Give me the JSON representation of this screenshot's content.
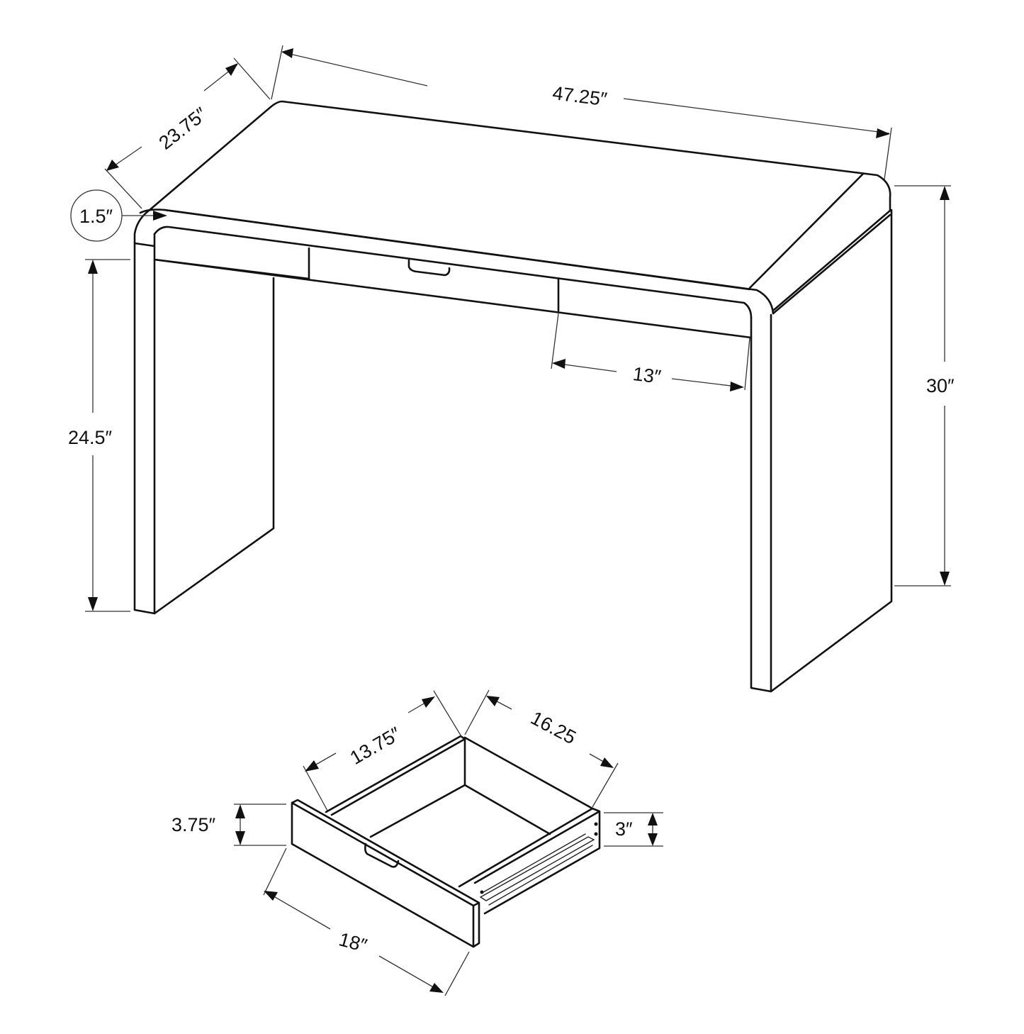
{
  "diagram": {
    "subject": "Computer desk with single drawer — dimension drawing",
    "colors": {
      "line": "#111111",
      "background": "#ffffff"
    },
    "desk": {
      "width_label": "47.25″",
      "depth_label": "23.75″",
      "height_label": "30″",
      "clearance_height_label": "24.5″",
      "top_thickness_label": "1.5″",
      "drawer_opening_width_label": "13″"
    },
    "drawer": {
      "inner_width_label": "13.75″",
      "inner_depth_label": "16.25",
      "front_height_label": "3.75″",
      "side_height_label": "3″",
      "front_width_label": "18″"
    }
  }
}
